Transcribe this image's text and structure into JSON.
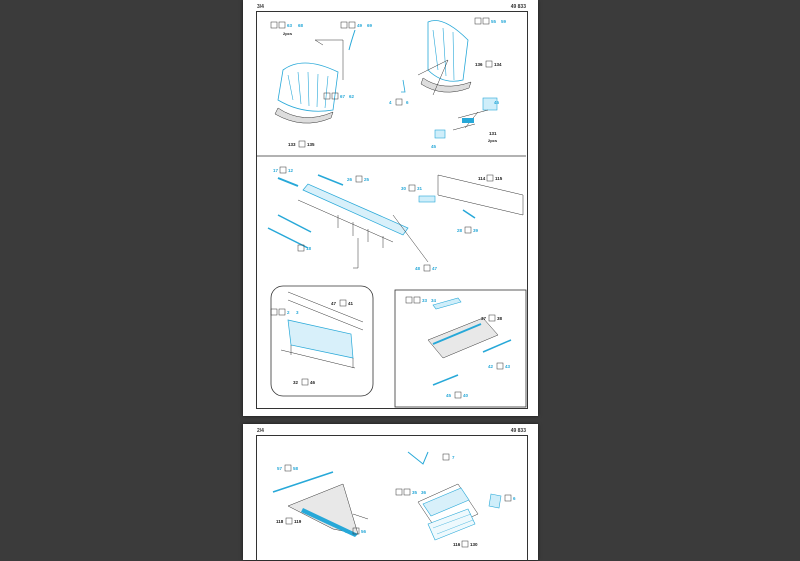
{
  "pages": [
    {
      "page_number": "3/4",
      "kit_number": "49 833",
      "step_labels": {
        "s1": "63",
        "s1b": "68",
        "s1c": "2pcs",
        "s1d": "49",
        "s1e": "69",
        "s1f": "67",
        "s1g": "62",
        "s1h": "133",
        "s1i": "135",
        "s2a": "55",
        "s2b": "59",
        "s2c": "136",
        "s2d": "134",
        "s2e": "4",
        "s2f": "6",
        "s2g": "45",
        "s2h": "131",
        "s2i": "2pcs",
        "s2j": "45",
        "s3a": "17",
        "s3b": "12",
        "s3c": "26",
        "s3d": "25",
        "s3e": "30",
        "s3f": "31",
        "s3g": "114",
        "s3h": "115",
        "s3i": "18",
        "s3j": "28",
        "s3k": "39",
        "s3l": "48",
        "s3m": "47",
        "s4a": "47",
        "s4b": "41",
        "s4c": "2",
        "s4d": "3",
        "s4e": "32",
        "s4f": "46",
        "s5a": "33",
        "s5b": "34",
        "s5c": "37",
        "s5d": "38",
        "s5e": "42",
        "s5f": "43",
        "s5g": "45",
        "s5h": "40"
      }
    },
    {
      "page_number": "2/4",
      "kit_number": "49 833",
      "step_labels": {
        "t1": "57",
        "t2": "58",
        "t3": "118",
        "t4": "119",
        "t5": "55",
        "t6": "56",
        "t7": "7",
        "t8": "35",
        "t9": "36",
        "t10": "6",
        "t11": "116",
        "t12": "130"
      }
    }
  ],
  "colors": {
    "accent": "#27a8d8",
    "page": "#ffffff",
    "background": "#3b3b3b",
    "line": "#333333"
  }
}
